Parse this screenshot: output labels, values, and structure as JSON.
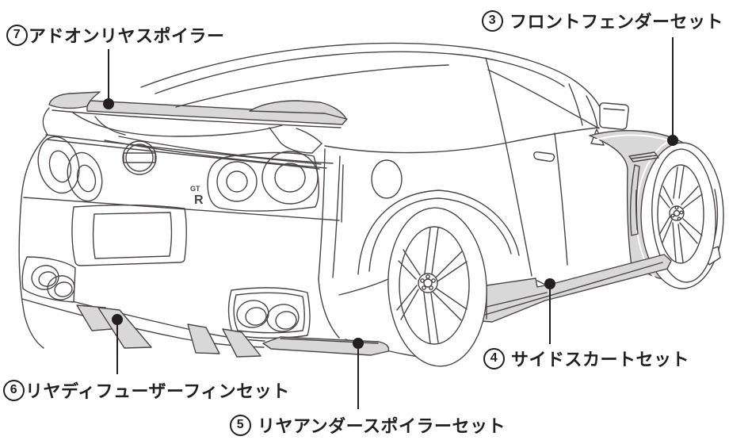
{
  "diagram": {
    "illustration": "sports-car-rear-three-quarter-line-drawing",
    "colors": {
      "line": "#4a4446",
      "part_fill": "#d8d8d8",
      "callout": "#231f20",
      "background": "#ffffff"
    },
    "labels": [
      {
        "number": "7",
        "text": "アドオンリヤスポイラー"
      },
      {
        "number": "3",
        "text": "フロントフェンダーセット"
      },
      {
        "number": "4",
        "text": "サイドスカートセット"
      },
      {
        "number": "5",
        "text": "リヤアンダースポイラーセット"
      },
      {
        "number": "6",
        "text": "リヤディフューザーフィンセット"
      }
    ],
    "badges": {
      "maker_logo": "nissan-badge",
      "gt_upper": "GT",
      "r_lower": "R"
    }
  }
}
